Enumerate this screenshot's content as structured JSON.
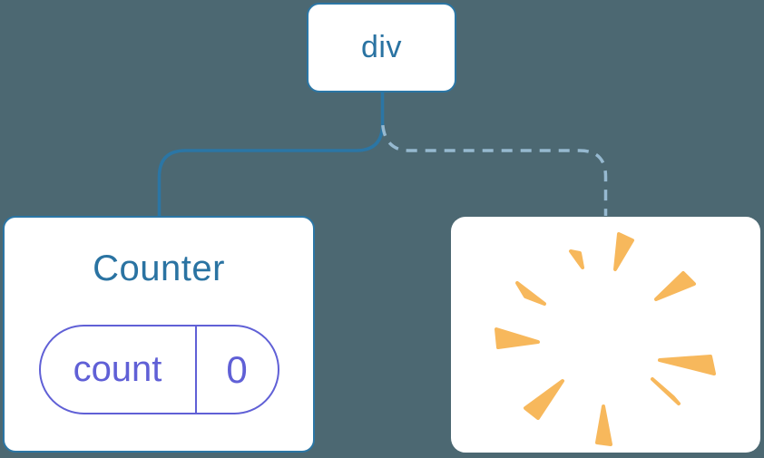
{
  "diagram": {
    "root": {
      "label": "div"
    },
    "counter": {
      "label": "Counter",
      "state": {
        "key": "count",
        "value": "0"
      }
    },
    "removed": {
      "icon": "poof-burst"
    }
  },
  "colors": {
    "background": "#4c6872",
    "box_border": "#2b76a5",
    "box_fill": "#ffffff",
    "label_blue": "#2a73a2",
    "edge_solid": "#2b76a5",
    "edge_dashed": "#96b9d0",
    "pill_purple": "#6060d6",
    "burst_orange": "#f7b85c"
  }
}
